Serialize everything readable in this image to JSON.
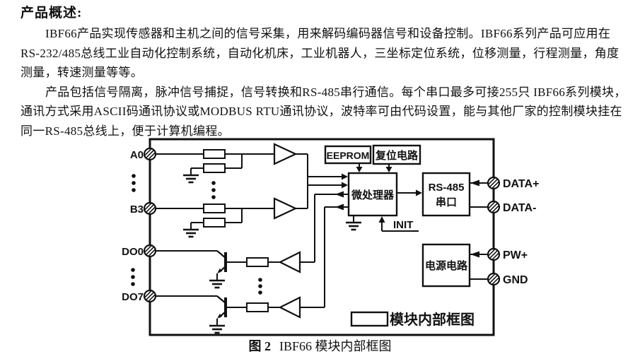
{
  "document": {
    "heading": "产品概述:",
    "para1_line1": "IBF66产品实现传感器和主机之间的信号采集，用来解码编码器信号和设备控制。IBF66系列产品可应用在",
    "para1_line2": "RS-232/485总线工业自动化控制系统，自动化机床，工业机器人，三坐标定位系统，位移测量，行程测量，角度",
    "para1_line3": "测量，转速测量等等。",
    "para2_line1": "产品包括信号隔离，脉冲信号捕捉，信号转换和RS-485串行通信。每个串口最多可接255只  IBF66系列模块，",
    "para2_line2": "通讯方式采用ASCII码通讯协议或MODBUS RTU通讯协议，波特率可由代码设置，能与其他厂家的控制模块挂在",
    "para2_line3": "同一RS-485总线上，便于计算机编程。"
  },
  "diagram": {
    "terminals": {
      "a0": "A0",
      "b3": "B3",
      "do0": "DO0",
      "do7": "DO7",
      "data_plus": "DATA+",
      "data_minus": "DATA-",
      "pw_plus": "PW+",
      "gnd": "GND"
    },
    "blocks": {
      "eeprom": "EEPROM",
      "reset_circuit": "复位电路",
      "mcu": "微处理器",
      "rs485_line1": "RS-485",
      "rs485_line2": "串口",
      "power_circuit": "电源电路"
    },
    "signals": {
      "init": "INIT"
    },
    "internal_label": "模块内部框图",
    "caption_fig": "图 2",
    "caption_title": "IBF66 模块内部框图"
  },
  "colors": {
    "ink": "#111111",
    "paper": "#ffffff"
  }
}
